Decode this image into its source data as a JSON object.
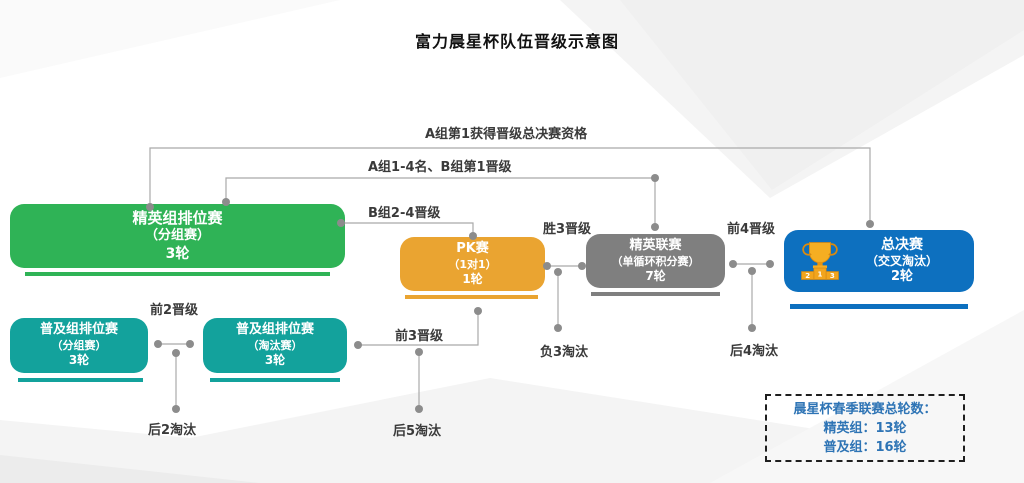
{
  "title": "富力晨星杯队伍晋级示意图",
  "boxes": {
    "elite_qualifier": {
      "line1": "精英组排位赛",
      "line2": "（分组赛）",
      "line3": "3轮",
      "color": "#2fb356"
    },
    "pop_group": {
      "line1": "普及组排位赛",
      "line2": "（分组赛）",
      "line3": "3轮",
      "color": "#13a29c"
    },
    "pop_knockout": {
      "line1": "普及组排位赛",
      "line2": "（淘汰赛）",
      "line3": "3轮",
      "color": "#13a29c"
    },
    "pk": {
      "line1": "PK赛",
      "line2": "（1对1）",
      "line3": "1轮",
      "color": "#eaa431"
    },
    "elite_league": {
      "line1": "精英联赛",
      "line2": "（单循环积分赛）",
      "line3": "7轮",
      "color": "#7f7f7f"
    },
    "final": {
      "line1": "总决赛",
      "line2": "（交叉淘汰）",
      "line3": "2轮",
      "color": "#0d70bf"
    }
  },
  "flow_labels": {
    "a1_to_final": "A组第1获得晋级总决赛资格",
    "a14_b1_up": "A组1-4名、B组第1晋级",
    "b24_up": "B组2-4晋级",
    "win3_up": "胜3晋级",
    "top4_up": "前4晋级",
    "top2_up": "前2晋级",
    "top3_up": "前3晋级",
    "lose3_out": "负3淘汰",
    "bottom4_out": "后4淘汰",
    "bottom2_out": "后2淘汰",
    "bottom5_out": "后5淘汰"
  },
  "trophy": {
    "numbers": [
      "2",
      "1",
      "3"
    ]
  },
  "summary": {
    "line1": "晨星杯春季联赛总轮数：",
    "line2": "精英组：13轮",
    "line3": "普及组：16轮",
    "text_color": "#2e74b5"
  },
  "colors": {
    "connector_line": "#a9a9a9",
    "connector_dot": "#8c8c8c",
    "label_text": "#3a3a3a",
    "title_text": "#111111"
  }
}
